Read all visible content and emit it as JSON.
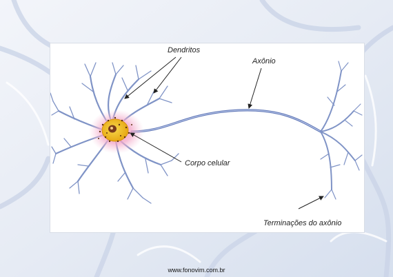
{
  "diagram": {
    "labels": {
      "dendrites": "Dendritos",
      "axon": "Axônio",
      "cell_body": "Corpo celular",
      "axon_terminals": "Terminações do axônio"
    },
    "colors": {
      "background": "#e9eef6",
      "panel": "#ffffff",
      "dendrite": "#7f93c6",
      "axon": "#5f76b7",
      "cell_body_glow": "#f3a8c9",
      "nucleus": "#f1c21b",
      "arrow": "#222222"
    }
  },
  "footer": {
    "source_url": "www.fonovim.com.br"
  }
}
